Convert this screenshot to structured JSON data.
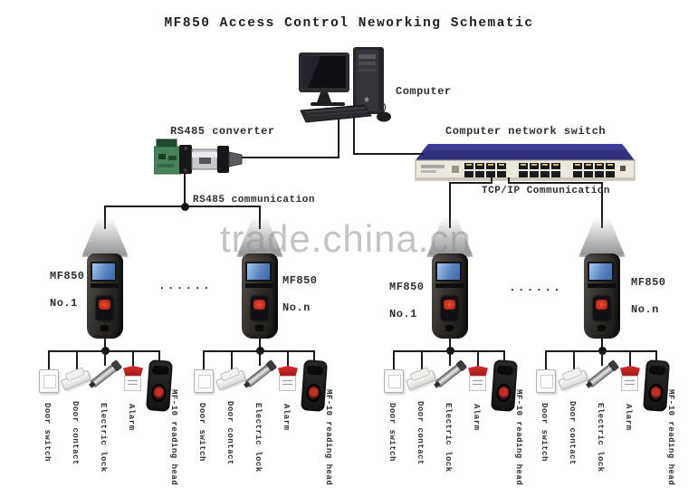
{
  "title": "MF850 Access Control Neworking Schematic",
  "watermark": "trade.china.cn",
  "computer": {
    "label": "Computer"
  },
  "converter": {
    "label": "RS485 converter"
  },
  "network_switch": {
    "label": "Computer network switch"
  },
  "buses": {
    "rs485_label": "RS485 communication",
    "tcpip_label": "TCP/IP Communication"
  },
  "devices": [
    {
      "model": "MF850",
      "number": "No.1"
    },
    {
      "model": "MF850",
      "number": "No.n"
    },
    {
      "model": "MF850",
      "number": "No.1"
    },
    {
      "model": "MF850",
      "number": "No.n"
    }
  ],
  "ellipsis": "......",
  "peripherals": {
    "door_switch": "Door switch",
    "door_contact": "Door contact",
    "electric_lock": "Electric lock",
    "alarm": "Alarm",
    "reader": "MF-10 reading head"
  }
}
